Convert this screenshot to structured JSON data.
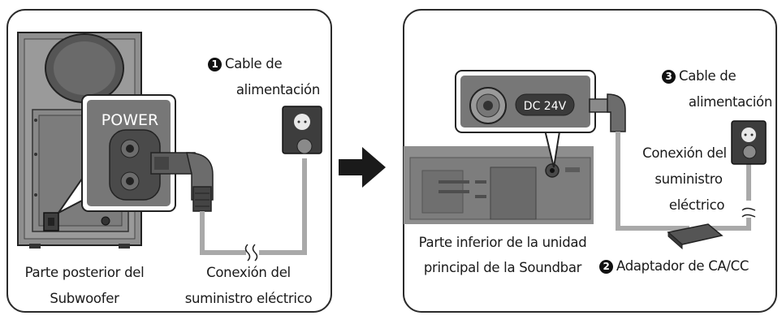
{
  "colors": {
    "panel_border": "#2b2b2b",
    "device_gray": "#8f8f8f",
    "device_dark": "#5a5a5a",
    "cable": "#a9a9a9",
    "arrow": "#1a1a1a"
  },
  "left_panel": {
    "port_label": "POWER",
    "cable_label": {
      "number": "1",
      "line1": "Cable de",
      "line2": "alimentación"
    },
    "device_caption": {
      "line1": "Parte posterior del",
      "line2": "Subwoofer"
    },
    "connection_caption": {
      "line1": "Conexión del",
      "line2": "suministro eléctrico"
    }
  },
  "arrow": {
    "icon": "right-arrow-icon"
  },
  "right_panel": {
    "port_label": "DC 24V",
    "cable_label": {
      "number": "3",
      "line1": "Cable de",
      "line2": "alimentación"
    },
    "connection_caption": {
      "line1": "Conexión del",
      "line2": "suministro",
      "line3": "eléctrico"
    },
    "device_caption": {
      "line1": "Parte inferior de la unidad",
      "line2": "principal de la Soundbar"
    },
    "adapter_label": {
      "number": "2",
      "text": "Adaptador de CA/CC"
    }
  }
}
